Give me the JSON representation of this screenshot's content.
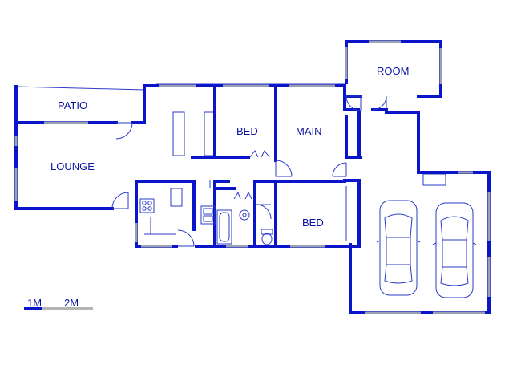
{
  "colors": {
    "wall": "#0a14c8",
    "line": "#2a3bc8",
    "window": "#9aa0b4",
    "label": "#0a14a0",
    "scale_grey": "#b4b4b4"
  },
  "rooms": {
    "patio": "PATIO",
    "lounge": "LOUNGE",
    "bed_1": "BED",
    "main": "MAIN",
    "room": "ROOM",
    "bed_2": "BED"
  },
  "scale": {
    "label_1": "1M",
    "label_2": "2M"
  },
  "fixtures": {
    "cars": [
      "car",
      "car"
    ],
    "icons": [
      "stove-icon",
      "sink-icon",
      "bathtub-icon",
      "toilet-icon",
      "basin-icon"
    ]
  }
}
